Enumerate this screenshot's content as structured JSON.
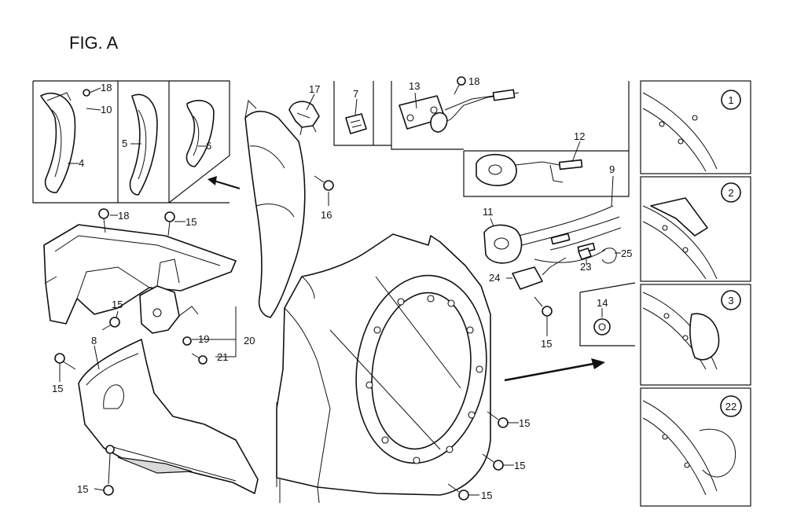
{
  "figure_title": "FIG. A",
  "labels": [
    "18",
    "10",
    "4",
    "5",
    "6",
    "17",
    "7",
    "13",
    "18",
    "12",
    "9",
    "16",
    "18",
    "15",
    "11",
    "25",
    "23",
    "24",
    "14",
    "15",
    "20",
    "19",
    "21",
    "8",
    "15",
    "15",
    "15",
    "15",
    "15",
    "15"
  ],
  "inset_markers": [
    "1",
    "2",
    "3",
    "22"
  ]
}
